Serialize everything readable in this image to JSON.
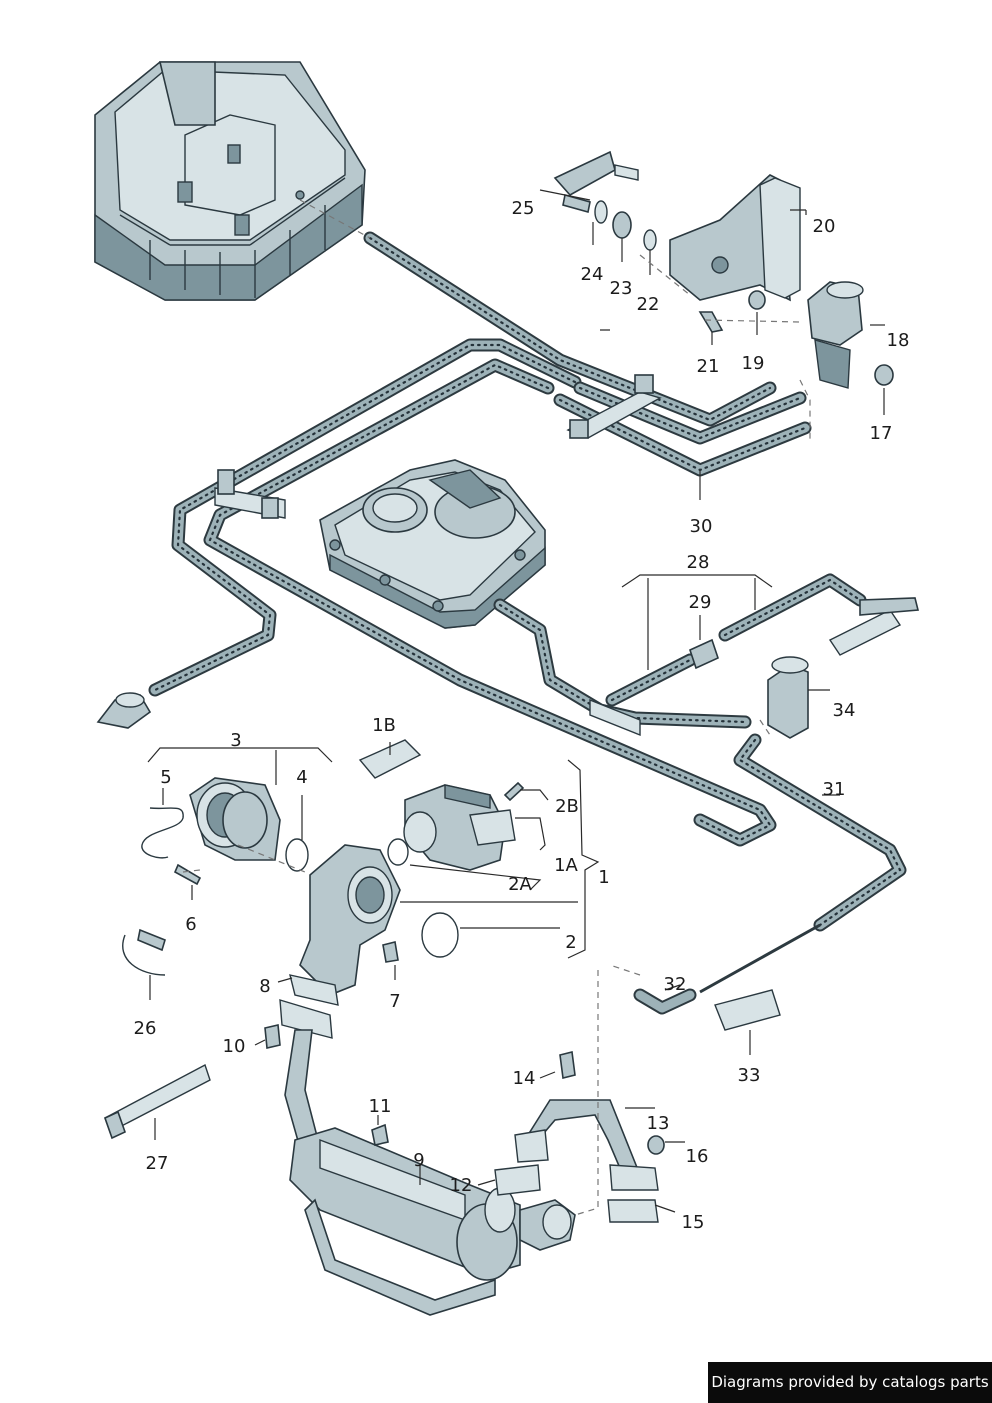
{
  "diagram": {
    "part_labels": {
      "p1": "1",
      "p1A": "1A",
      "p1B": "1B",
      "p2": "2",
      "p2A": "2A",
      "p2B": "2B",
      "p3": "3",
      "p4": "4",
      "p5": "5",
      "p6": "6",
      "p7": "7",
      "p8": "8",
      "p9": "9",
      "p10": "10",
      "p11": "11",
      "p12": "12",
      "p13": "13",
      "p14": "14",
      "p15": "15",
      "p16": "16",
      "p17": "17",
      "p18": "18",
      "p19": "19",
      "p20": "20",
      "p21": "21",
      "p22": "22",
      "p23": "23",
      "p24": "24",
      "p25": "25",
      "p26": "26",
      "p27": "27",
      "p28": "28",
      "p29": "29",
      "p30": "30",
      "p31": "31",
      "p32": "32",
      "p33": "33",
      "p34": "34"
    }
  },
  "footer": {
    "text": "Diagrams provided by catalogs parts",
    "background": "#0b0b0b",
    "color": "#ffffff"
  },
  "colors": {
    "part_fill": "#b8c8cd",
    "part_outline": "#2b3940",
    "hose_fill": "#9db2b8"
  }
}
